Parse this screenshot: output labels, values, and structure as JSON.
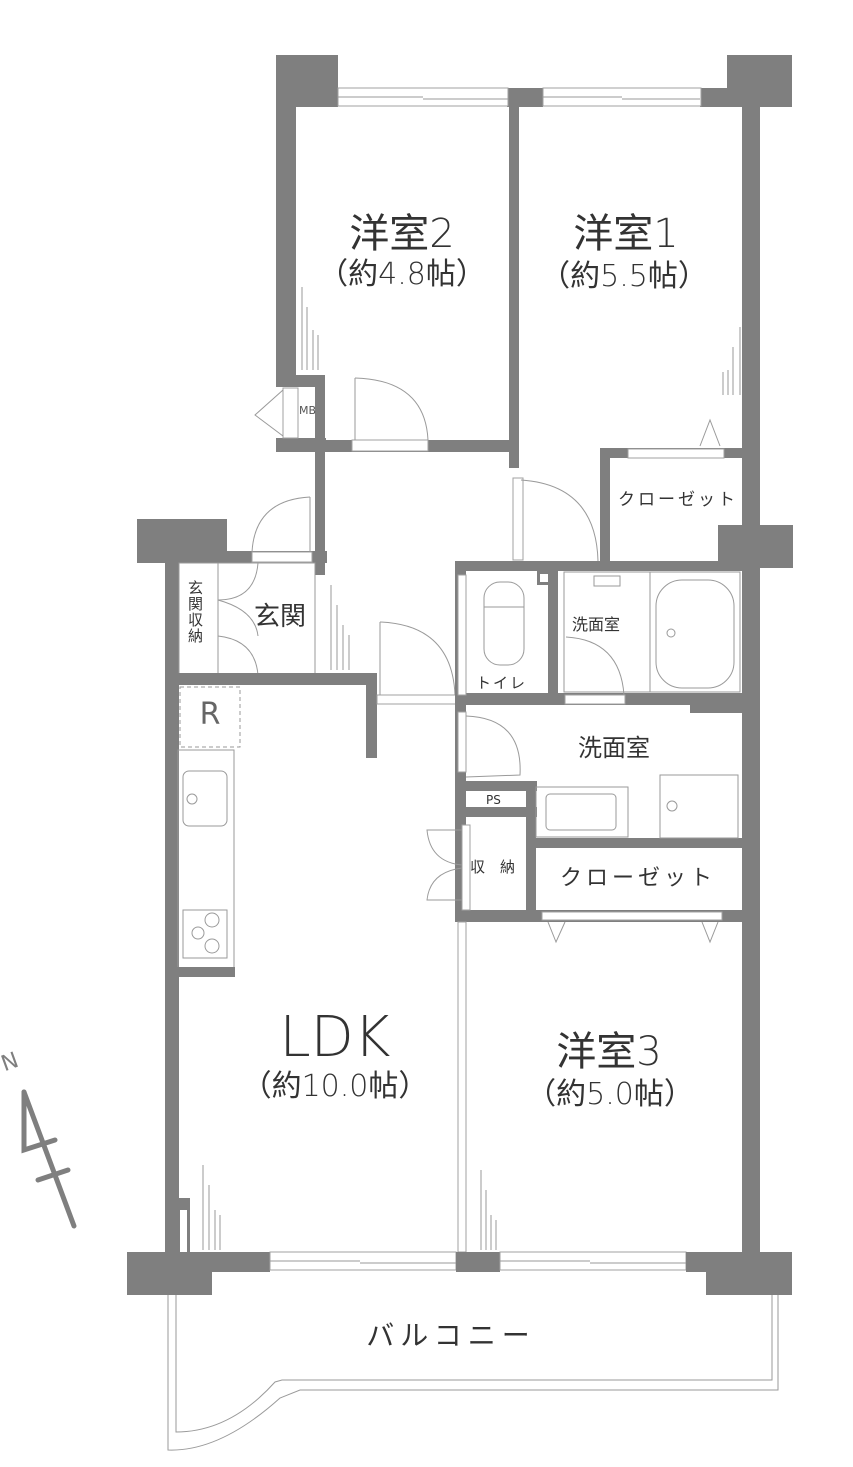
{
  "floorplan": {
    "rooms": {
      "western2": {
        "name": "洋室2",
        "size": "（約4.8帖）"
      },
      "western1": {
        "name": "洋室1",
        "size": "（約5.5帖）"
      },
      "western3": {
        "name": "洋室3",
        "size": "（約5.0帖）"
      },
      "ldk": {
        "name": "LDK",
        "size": "（約10.0帖）"
      },
      "entrance": {
        "name": "玄関"
      },
      "entrance_storage": {
        "name": "玄関収納"
      },
      "closet_upper": {
        "name": "クローゼット"
      },
      "closet_lower": {
        "name": "クローゼット"
      },
      "toilet": {
        "name": "トイレ"
      },
      "bathroom": {
        "name": "洗面室"
      },
      "washroom": {
        "name": "洗面室"
      },
      "storage": {
        "name": "収　納"
      },
      "pipe_space": {
        "name": "PS"
      },
      "meter_box": {
        "name": "MB"
      },
      "refrigerator": {
        "name": "R"
      },
      "balcony": {
        "name": "バルコニー"
      }
    },
    "compass": {
      "label": "N",
      "icon": "north-arrow-icon"
    },
    "colors": {
      "wall": "#7f7f7f",
      "line": "#9a9a9a",
      "text": "#333333"
    }
  }
}
